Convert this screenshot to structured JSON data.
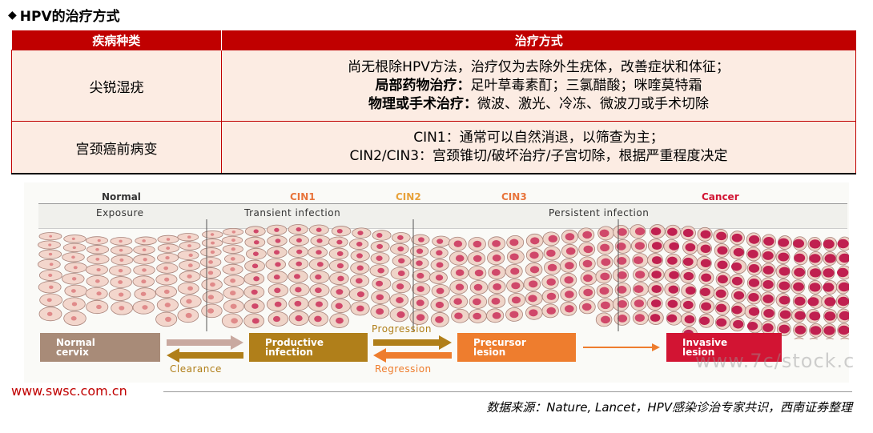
{
  "title": "HPV的治疗方式",
  "table": {
    "headers": [
      "疾病种类",
      "治疗方式"
    ],
    "rows": [
      {
        "disease": "尖锐湿疣",
        "line1": "尚无根除HPV方法，治疗仅为去除外生疣体，改善症状和体征；",
        "line2_bold": "局部药物治疗：",
        "line2_rest": "足叶草毒素酊；三氯醋酸；咪喹莫特霜",
        "line3_bold": "物理或手术治疗：",
        "line3_rest": "微波、激光、冷冻、微波刀或手术切除"
      },
      {
        "disease": "宫颈癌前病变",
        "line1": "CIN1：通常可以自然消退，以筛查为主；",
        "line2": "CIN2/CIN3：宫颈锥切/破坏治疗/子宫切除，根据严重程度决定"
      }
    ]
  },
  "figure": {
    "stages": {
      "normal": "Normal",
      "cin1": "CIN1",
      "cin2": "CIN2",
      "cin3": "CIN3",
      "cancer": "Cancer"
    },
    "phases": {
      "exposure": "Exposure",
      "transient": "Transient infection",
      "persistent": "Persistent infection"
    },
    "boxes": {
      "normal_cervix": [
        "Normal",
        "cervix"
      ],
      "productive_infection": [
        "Productive",
        "infection"
      ],
      "precursor_lesion": [
        "Precursor",
        "lesion"
      ],
      "invasive_lesion": [
        "Invasive",
        "lesion"
      ]
    },
    "arrows": {
      "clearance": "Clearance",
      "progression": "Progression",
      "regression": "Regression"
    },
    "colors": {
      "normal_box": "#a88b78",
      "productive_box": "#b07f1a",
      "precursor_box": "#ee7d2e",
      "invasive_box": "#d21433",
      "normal_text": "#333333",
      "cin1_text": "#e8743b",
      "cin2_text": "#e8a23b",
      "cin3_text": "#e8743b",
      "cancer_text": "#d21433"
    }
  },
  "footer": {
    "website": "www.swsc.com.cn",
    "source": "数据来源：Nature, Lancet，HPV感染诊治专家共识，西南证券整理",
    "watermark": "www.7c/stock.c"
  }
}
